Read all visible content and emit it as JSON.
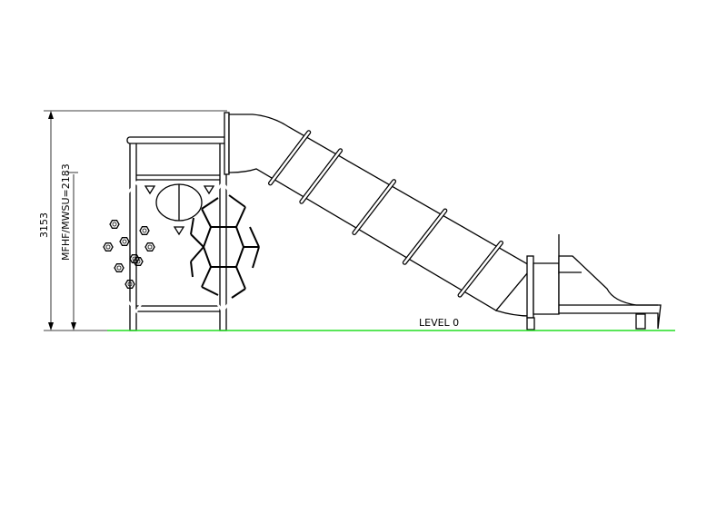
{
  "drawing": {
    "dimension_total_height": "3153",
    "dimension_fall_height": "MFHF/MWSU=2183",
    "ground_label": "LEVEL 0",
    "ground_color": "#22dd22",
    "line_color": "#000000"
  }
}
